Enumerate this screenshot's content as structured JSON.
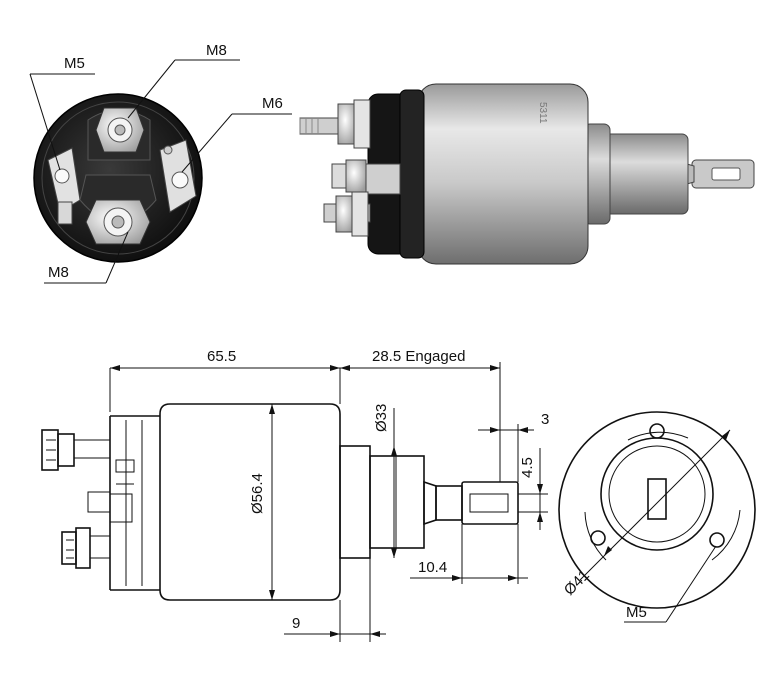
{
  "photo_callouts": {
    "m5": "M5",
    "m8_top": "M8",
    "m6": "M6",
    "m8_bottom": "M8"
  },
  "dimensions": {
    "length": "65.5",
    "stroke": "28.5 Engaged",
    "body_diameter": "Ø56.4",
    "plunger_diameter": "Ø33",
    "tab_thickness": "3",
    "slot_width": "4.5",
    "tab_length": "10.4",
    "flange_offset": "9",
    "bolt_circle": "Ø41",
    "mount_thread": "M5"
  },
  "colors": {
    "line": "#111111",
    "metal_light": "#e6e6e6",
    "metal_dark": "#8a8a8a",
    "cap_black": "#1a1a1a"
  }
}
